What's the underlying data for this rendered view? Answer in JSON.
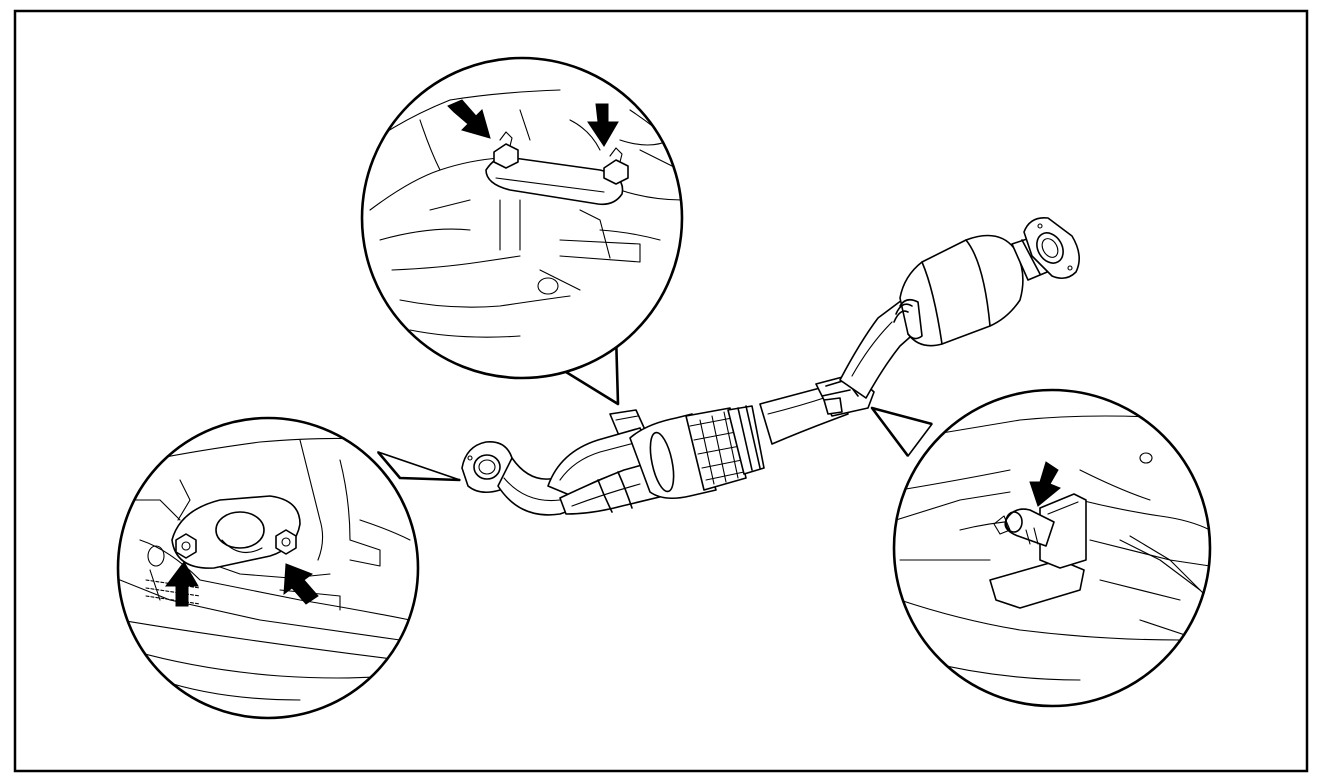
{
  "figure": {
    "background": "#ffffff",
    "line_color": "#000000",
    "components": [
      "exhaust-front-pipe",
      "catalytic-converter",
      "detail-exhaust-manifold-nuts",
      "detail-front-flange-nuts",
      "detail-support-bracket-bolt"
    ],
    "detail_callouts": [
      {
        "id": "manifold-flange",
        "icon": "nut-pointer-arrow",
        "arrow_count": 2
      },
      {
        "id": "front-flange",
        "icon": "nut-pointer-arrow",
        "arrow_count": 2
      },
      {
        "id": "support-bracket",
        "icon": "bolt-pointer-arrow",
        "arrow_count": 1
      }
    ]
  }
}
